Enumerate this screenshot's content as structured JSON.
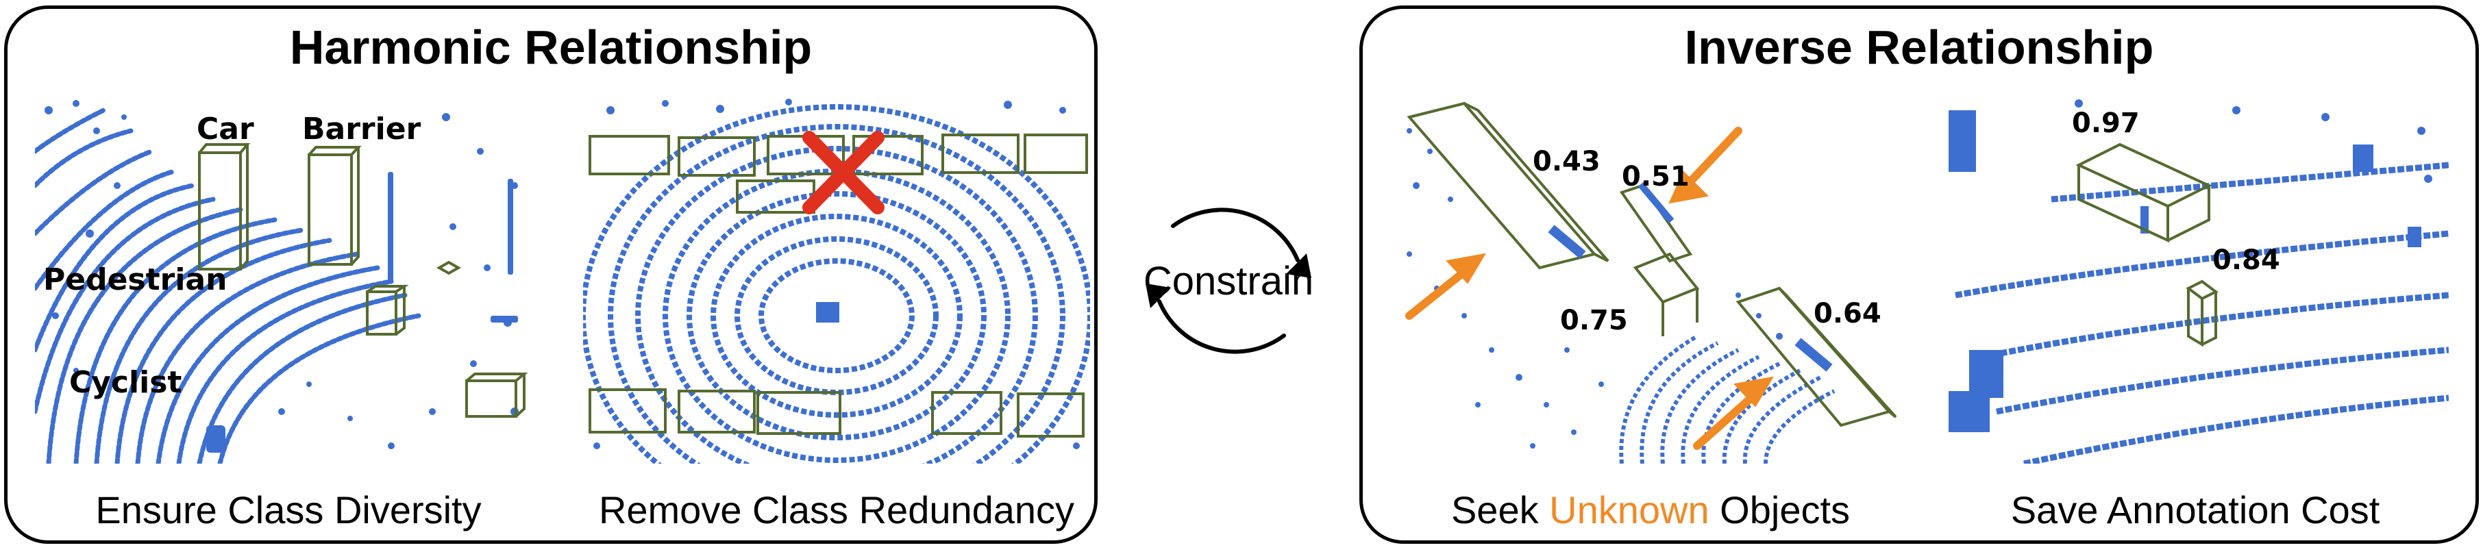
{
  "left_panel": {
    "title": "Harmonic Relationship",
    "captions": [
      "Ensure Class Diversity",
      "Remove Class Redundancy"
    ],
    "labels": {
      "car": "Car",
      "barrier": "Barrier",
      "pedestrian": "Pedestrian",
      "cyclist": "Cyclist"
    }
  },
  "middle": {
    "text": "Constrain"
  },
  "right_panel": {
    "title": "Inverse Relationship",
    "caption_left": {
      "before": "Seek ",
      "highlight": "Unknown",
      "after": " Objects"
    },
    "caption_right": "Save Annotation Cost",
    "scores": {
      "s043": "0.43",
      "s051": "0.51",
      "s075": "0.75",
      "s064": "0.64",
      "s097": "0.97",
      "s084": "0.84"
    }
  },
  "colors": {
    "points": "#3D6FD1",
    "boxes": "#556B2F",
    "accent": "#F08A24",
    "cross": "#E0311E"
  },
  "icons": [
    "cycle-arrows-icon",
    "red-cross-icon",
    "orange-arrow-icon"
  ]
}
